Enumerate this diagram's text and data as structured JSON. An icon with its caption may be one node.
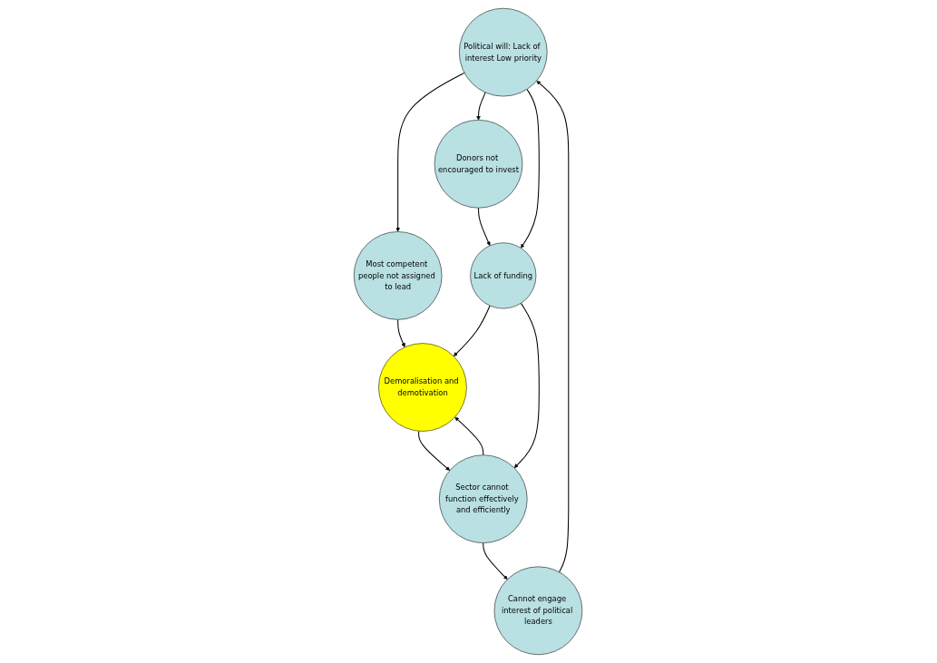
{
  "diagram": {
    "nodes": [
      {
        "text": [
          "Political will: Lack of interest Low priority"
        ]
      },
      {
        "text": [
          "Most competent people not assigned to lead"
        ]
      },
      {
        "text": [
          "Donors not encouraged to invest"
        ]
      },
      {
        "text": [
          "Cannot engage interest of political leaders"
        ]
      },
      {
        "text": [
          "Lack of funding"
        ]
      },
      {
        "text": [
          "Demoralisation and demotivation"
        ]
      },
      {
        "text": [
          "Sector cannot function effectively and efficiently"
        ]
      }
    ],
    "edges": [
      {
        "from": 0,
        "to": 1,
        "arrow": "to"
      },
      {
        "from": 0,
        "to": 2,
        "arrow": "to"
      },
      {
        "from": 0,
        "to": 4,
        "arrow": "to"
      },
      {
        "from": 2,
        "to": 4,
        "arrow": "to"
      },
      {
        "from": 1,
        "to": 5,
        "arrow": "to"
      },
      {
        "from": 4,
        "to": 5,
        "arrow": "to"
      },
      {
        "from": 4,
        "to": 6,
        "arrow": "to"
      },
      {
        "from": 5,
        "to": 6,
        "arrow": "to"
      },
      {
        "from": 6,
        "to": 5,
        "arrow": "to"
      },
      {
        "from": 6,
        "to": 3,
        "arrow": "to"
      },
      {
        "from": 3,
        "to": 0,
        "arrow": "to"
      }
    ]
  }
}
